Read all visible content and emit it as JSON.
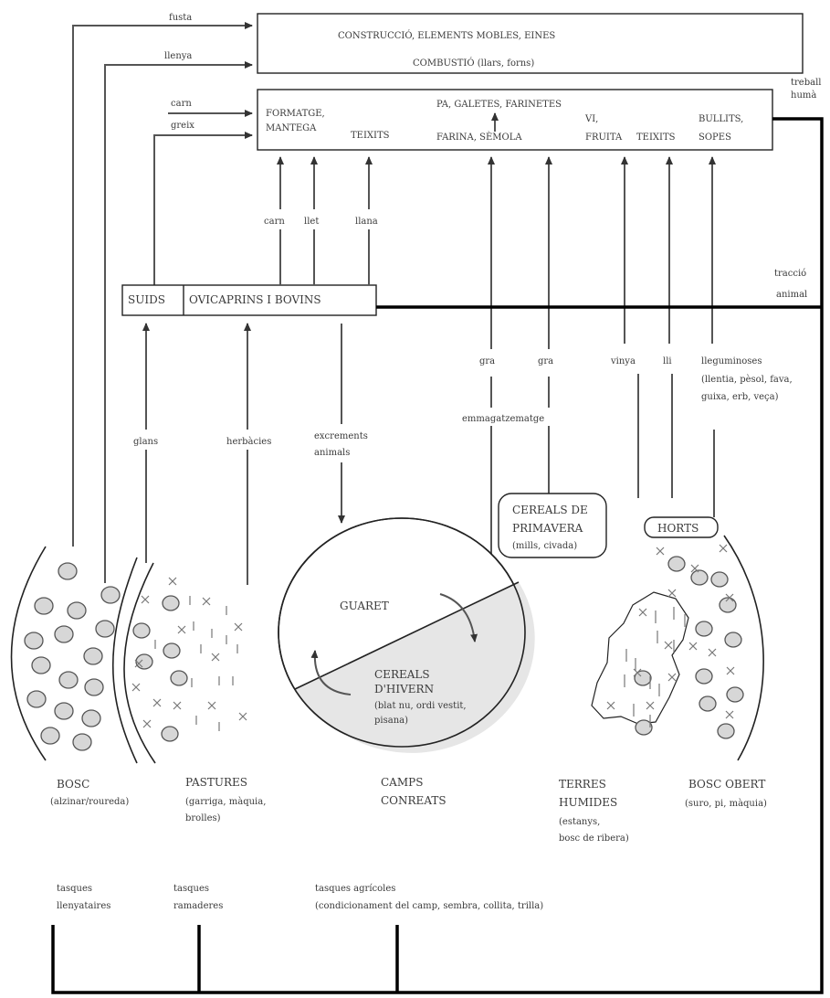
{
  "products": {
    "construccio": "CONSTRUCCIÓ, ELEMENTS MOBLES, EINES",
    "combustio": "COMBUSTIÓ (llars, forns)",
    "formatge": [
      "FORMATGE,",
      "MANTEGA"
    ],
    "teixits_left": "TEIXITS",
    "pa": "PA, GALETES, FARINETES",
    "farina": "FARINA, SÈMOLA",
    "vi": [
      "VI,",
      "FRUITA"
    ],
    "teixits_right": "TEIXITS",
    "bullits": [
      "BULLITS,",
      "SOPES"
    ]
  },
  "flows": {
    "fusta": "fusta",
    "llenya": "llenya",
    "carn_top": "carn",
    "greix": "greix",
    "carn": "carn",
    "llet": "llet",
    "llana": "llana",
    "gra_1": "gra",
    "gra_2": "gra",
    "emmagatzematge": "emmagatzematge",
    "vinya": "vinya",
    "lli": "lli",
    "lleguminoses": [
      "lleguminoses",
      "(llentia, pèsol, fava,",
      "guixa, erb, veça)"
    ],
    "glans": "glans",
    "herbacies": "herbàcies",
    "excrements": [
      "excrements",
      "animals"
    ]
  },
  "labor": {
    "treball": [
      "treball",
      "humà"
    ],
    "traccio": [
      "tracció",
      "animal"
    ]
  },
  "animals": {
    "suids": "SUIDS",
    "ovicaprins": "OVICAPRINS I BOVINS"
  },
  "landscape": {
    "cereals_primavera": [
      "CEREALS DE",
      "PRIMAVERA",
      "(mills, civada)"
    ],
    "horts": "HORTS",
    "guaret": "GUARET",
    "cereals_hivern": [
      "CEREALS",
      "D'HIVERN",
      "(blat nu, ordi vestit,",
      "pisana)"
    ],
    "bosc": [
      "BOSC",
      "(alzinar/roureda)"
    ],
    "pastures": [
      "PASTURES",
      "(garriga, màquia,",
      "brolles)"
    ],
    "camps": [
      "CAMPS",
      "CONREATS"
    ],
    "terres": [
      "TERRES",
      "HUMIDES",
      "(estanys,",
      "bosc de ribera)"
    ],
    "bosc_obert": [
      "BOSC OBERT",
      "(suro, pi, màquia)"
    ]
  },
  "tasks": {
    "llenyataires": [
      "tasques",
      "llenyataires"
    ],
    "ramaderes": [
      "tasques",
      "ramaderes"
    ],
    "agricoles": [
      "tasques agrícoles",
      "(condicionament del camp, sembra, collita, trilla)"
    ]
  },
  "colors": {
    "line": "#555555",
    "thick_line": "#000000",
    "text": "#3a3a3a",
    "shade": "#e6e6e6",
    "stone": "#d7d7d7"
  }
}
